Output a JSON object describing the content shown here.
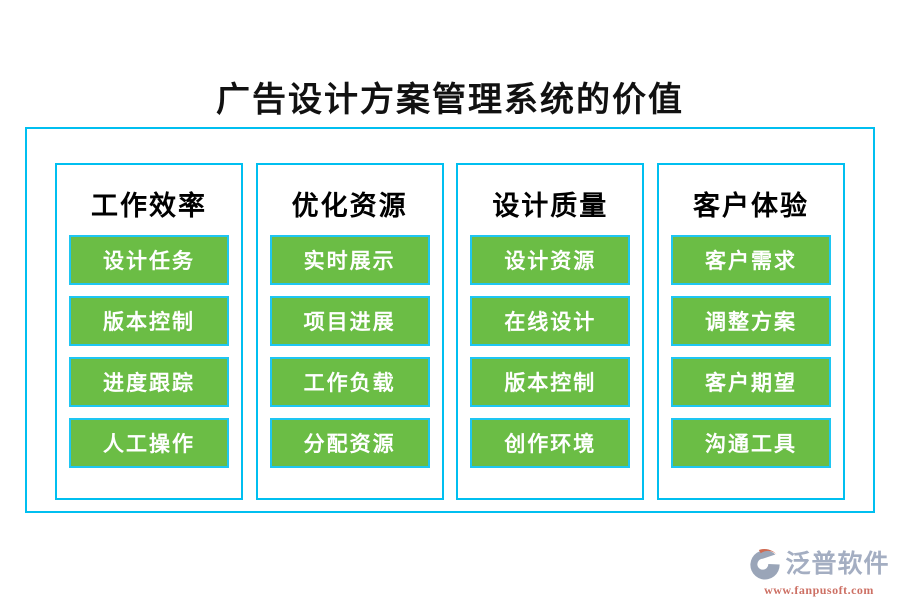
{
  "page": {
    "title": "广告设计方案管理系统的价值"
  },
  "colors": {
    "border_cyan": "#00bff0",
    "button_green": "#6bbd45",
    "button_text": "#ffffff",
    "title_text": "#111111",
    "brand_gray": "#a4aec2",
    "brand_url_red": "#cd7064",
    "logo_orange": "#cf6a52",
    "logo_gray": "#9aa5b8"
  },
  "columns": [
    {
      "header": "工作效率",
      "items": [
        "设计任务",
        "版本控制",
        "进度跟踪",
        "人工操作"
      ]
    },
    {
      "header": "优化资源",
      "items": [
        "实时展示",
        "项目进展",
        "工作负载",
        "分配资源"
      ]
    },
    {
      "header": "设计质量",
      "items": [
        "设计资源",
        "在线设计",
        "版本控制",
        "创作环境"
      ]
    },
    {
      "header": "客户体验",
      "items": [
        "客户需求",
        "调整方案",
        "客户期望",
        "沟通工具"
      ]
    }
  ],
  "footer": {
    "brand": "泛普软件",
    "url": "www.fanpusoft.com",
    "logo_icon": "fanpu-logo-icon"
  }
}
